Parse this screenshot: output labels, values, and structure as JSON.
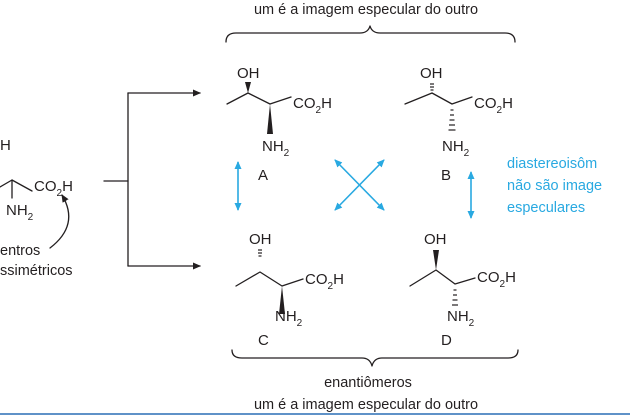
{
  "captions": {
    "top": "um é a imagem especular do outro",
    "bottom_title": "enantiômeros",
    "bottom": "um é a imagem especular do outro",
    "diastereo_1": "diastereoisôm",
    "diastereo_2": "não são image",
    "diastereo_3": "especulares",
    "centros": "entros",
    "assimetricos": "ssimétricos"
  },
  "labels": {
    "A": "A",
    "B": "B",
    "C": "C",
    "D": "D"
  },
  "groups": {
    "oh": "OH",
    "co2h_co": "CO",
    "co2h_2": "2",
    "co2h_h": "H",
    "nh": "NH",
    "nh_2": "2",
    "h_left": "H"
  },
  "colors": {
    "ink": "#231f20",
    "accent": "#29a9e1"
  }
}
